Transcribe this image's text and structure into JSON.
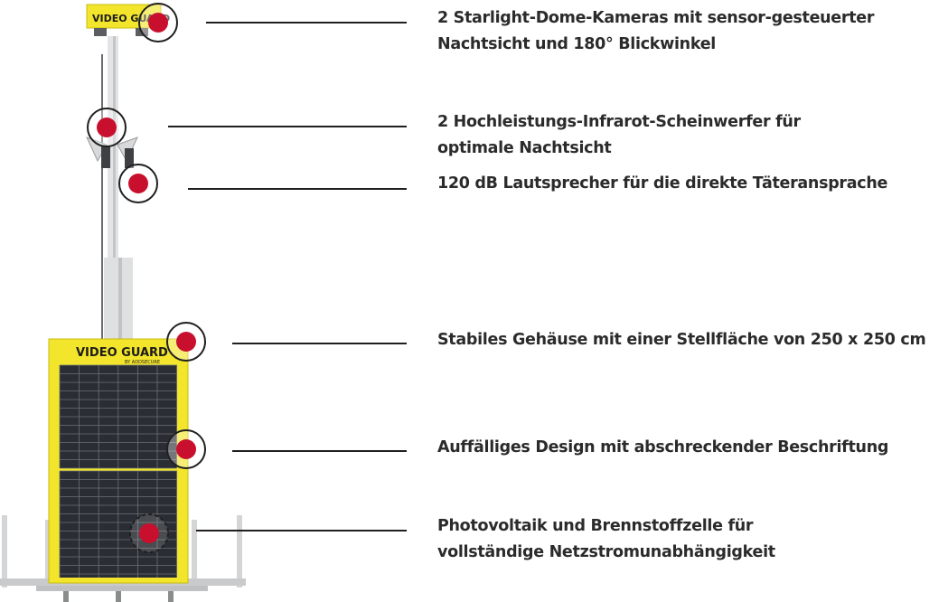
{
  "product": {
    "brand_logo": "VIDEO GUARD",
    "brand_byline": "BY ADDSECURE",
    "colors": {
      "housing_yellow": "#f2e52b",
      "marker_red": "#c8102e",
      "panel_dark": "#2a2d33",
      "mast_grey": "#d9dadc"
    }
  },
  "features": [
    {
      "id": "cameras",
      "lines": [
        "2 Starlight-Dome-Kameras mit sensor-gesteuerter",
        "Nachtsicht und 180° Blickwinkel"
      ]
    },
    {
      "id": "infrared",
      "lines": [
        "2 Hochleistungs-Infrarot-Scheinwerfer für",
        "optimale Nachtsicht"
      ]
    },
    {
      "id": "speaker",
      "lines": [
        "120 dB Lautsprecher für die direkte Täteransprache"
      ]
    },
    {
      "id": "housing",
      "lines": [
        "Stabiles Gehäuse mit einer Stellfläche von 250 x 250 cm"
      ]
    },
    {
      "id": "design",
      "lines": [
        "Auffälliges Design mit abschreckender Beschriftung"
      ]
    },
    {
      "id": "power",
      "lines": [
        "Photovoltaik und Brennstoffzelle für",
        "vollständige Netzstromunabhängigkeit"
      ]
    }
  ]
}
